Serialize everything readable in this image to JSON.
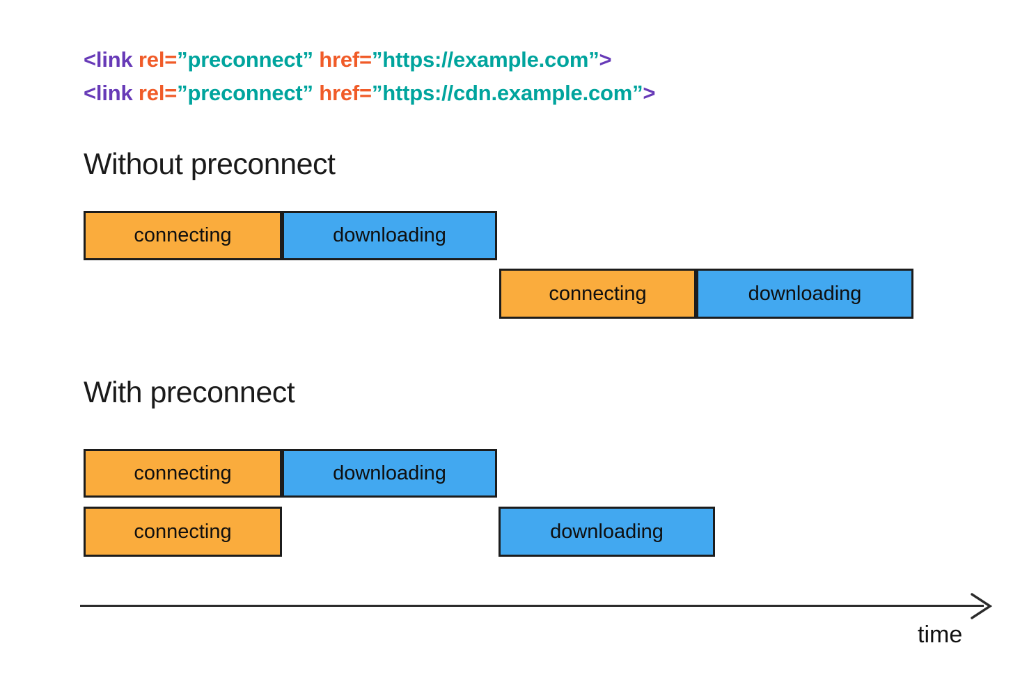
{
  "colors": {
    "purple": "#673AB7",
    "orange": "#F05B28",
    "teal": "#00A49D",
    "bar_orange": "#FAAC3D",
    "bar_blue": "#42A8F0",
    "bar_border": "#1C1C1C",
    "text": "#1A1A1A",
    "axis": "#2B2B2B"
  },
  "code": {
    "line1": {
      "t1": "<link ",
      "t2": "rel=",
      "t3": "”preconnect”",
      "t4": " href=",
      "t5": "”https://example.com”",
      "t6": ">"
    },
    "line2": {
      "t1": "<link ",
      "t2": "rel=",
      "t3": "”preconnect”",
      "t4": " href=",
      "t5": "”https://cdn.example.com”",
      "t6": ">"
    }
  },
  "sections": {
    "without": {
      "title": "Without preconnect",
      "row1": {
        "connecting": "connecting",
        "downloading": "downloading"
      },
      "row2": {
        "connecting": "connecting",
        "downloading": "downloading"
      }
    },
    "with": {
      "title": "With preconnect",
      "row1": {
        "connecting": "connecting",
        "downloading": "downloading"
      },
      "row2": {
        "connecting": "connecting",
        "downloading": "downloading"
      }
    }
  },
  "axis": {
    "label": "time"
  }
}
